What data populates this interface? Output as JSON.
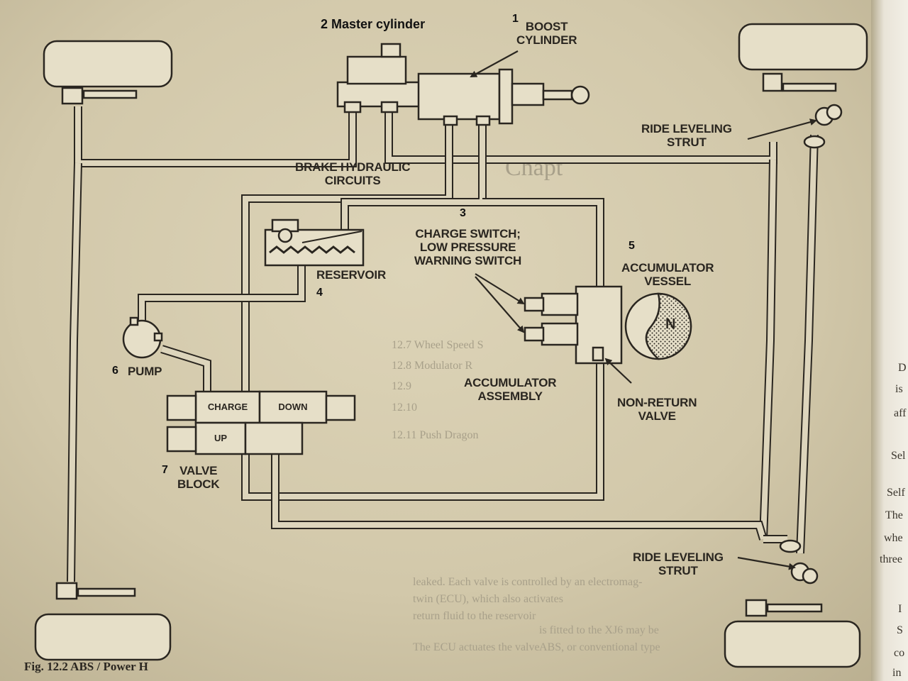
{
  "labels": {
    "boost_cylinder": "BOOST\nCYLINDER",
    "brake_circuits": "BRAKE HYDRAULIC\nCIRCUITS",
    "charge_switch": "CHARGE SWITCH;\nLOW PRESSURE\nWARNING SWITCH",
    "accumulator_vessel": "ACCUMULATOR\nVESSEL",
    "reservoir": "RESERVOIR",
    "pump": "PUMP",
    "accumulator_assembly": "ACCUMULATOR\nASSEMBLY",
    "non_return_valve": "NON-RETURN\nVALVE",
    "valve_block": "VALVE\nBLOCK",
    "ride_leveling_top": "RIDE LEVELING\nSTRUT",
    "ride_leveling_bottom": "RIDE LEVELING\nSTRUT",
    "nitrogen": "N"
  },
  "valve_cells": {
    "charge": "CHARGE",
    "down": "DOWN",
    "up": "UP"
  },
  "numbers": {
    "n1": "1",
    "n2": "2 Master cylinder",
    "n3": "3",
    "n4": "4",
    "n5": "5",
    "n6": "6",
    "n7": "7"
  },
  "caption": "Fig. 12.2 ABS / Power H",
  "background_text": {
    "toc": [
      "12.7  Wheel Speed S",
      "12.8  Modulator R",
      "12.9",
      "12.10",
      "12.11  Push Dragon"
    ],
    "heading_fragment": "Chapt",
    "body_lines": [
      "leaked. Each valve is controlled by an electromag-",
      "twin (ECU), which also activates",
      "return fluid to the reservoir",
      "The ECU actuates the valve"
    ],
    "lower_lines": [
      "is fitted to the XJ6 may be",
      "ABS, or conventional type"
    ],
    "page_edge": [
      "D",
      "is",
      "aff",
      "Sel",
      "Self",
      "The",
      "whe",
      "three",
      "I",
      "S",
      "co",
      "in"
    ]
  },
  "colors": {
    "ink": "#2a2620",
    "paper": "#d6cdb1",
    "fill": "#e6dfc8"
  }
}
